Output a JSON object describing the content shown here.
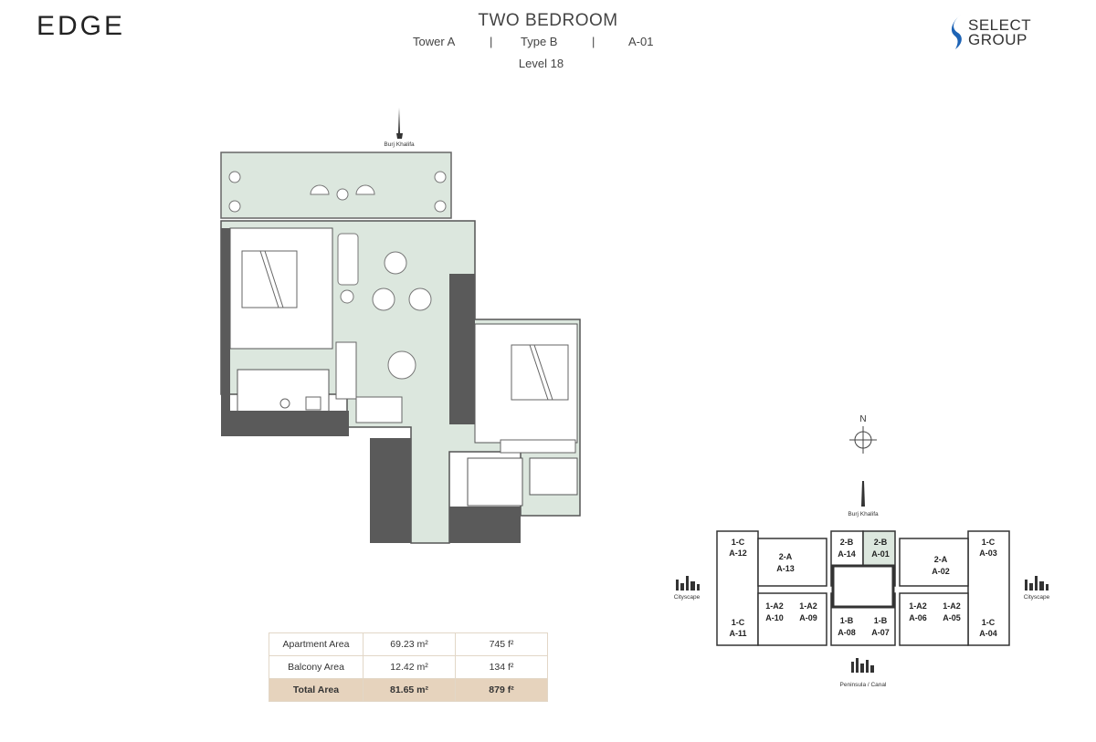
{
  "brand": {
    "logo_text": "EDGE",
    "developer_line1": "SELECT",
    "developer_line2": "GROUP"
  },
  "header": {
    "title": "TWO BEDROOM",
    "tower": "Tower A",
    "sep1": "|",
    "type": "Type B",
    "sep2": "|",
    "unit": "A-01",
    "level": "Level 18"
  },
  "plan": {
    "landmark_top": "Burj Khalifa"
  },
  "key_plan": {
    "north": "N",
    "top_label": "Burj Khalifa",
    "left_label": "Cityscape",
    "right_label": "Cityscape",
    "bottom_label": "Peninsula / Canal",
    "units": [
      {
        "type": "1-C",
        "id": "A-12"
      },
      {
        "type": "2-A",
        "id": "A-13"
      },
      {
        "type": "2-B",
        "id": "A-14"
      },
      {
        "type": "2-B",
        "id": "A-01"
      },
      {
        "type": "2-A",
        "id": "A-02"
      },
      {
        "type": "1-C",
        "id": "A-03"
      },
      {
        "type": "1-C",
        "id": "A-11"
      },
      {
        "type": "1-A2",
        "id": "A-10"
      },
      {
        "type": "1-A2",
        "id": "A-09"
      },
      {
        "type": "1-B",
        "id": "A-08"
      },
      {
        "type": "1-B",
        "id": "A-07"
      },
      {
        "type": "1-A2",
        "id": "A-06"
      },
      {
        "type": "1-A2",
        "id": "A-05"
      },
      {
        "type": "1-C",
        "id": "A-04"
      }
    ],
    "highlight_color": "#dce7de"
  },
  "areas": {
    "rows": [
      {
        "label": "Apartment Area",
        "sqm": "69.23 m²",
        "sqft": "745 f²"
      },
      {
        "label": "Balcony Area",
        "sqm": "12.42 m²",
        "sqft": "134 f²"
      },
      {
        "label": "Total Area",
        "sqm": "81.65 m²",
        "sqft": "879 f²"
      }
    ]
  },
  "colors": {
    "floor_fill": "#dce7de",
    "wall": "#5a5a5a",
    "total_row": "#e6d3bd"
  }
}
